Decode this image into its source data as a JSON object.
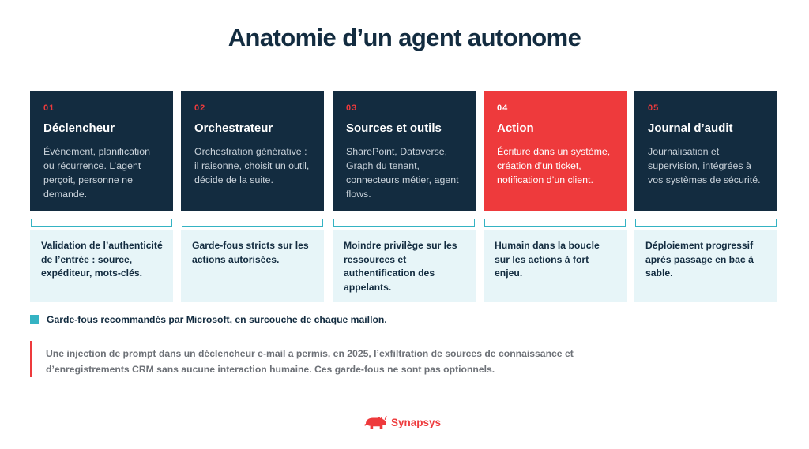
{
  "title": "Anatomie d’un agent autonome",
  "columns": [
    {
      "number": "01",
      "name": "Déclencheur",
      "description": "Événement, planification ou récurrence. L’agent perçoit, personne ne demande.",
      "guardrail": "Validation de l’authenticité de l’entrée : source, expéditeur, mots-clés.",
      "highlighted": false
    },
    {
      "number": "02",
      "name": "Orchestrateur",
      "description": "Orchestration générative : il raisonne, choisit un outil, décide de la suite.",
      "guardrail": "Garde-fous stricts sur les actions autorisées.",
      "highlighted": false
    },
    {
      "number": "03",
      "name": "Sources et outils",
      "description": "SharePoint, Dataverse, Graph du tenant, connecteurs métier, agent flows.",
      "guardrail": "Moindre privilège sur les ressources et authentification des appelants.",
      "highlighted": false
    },
    {
      "number": "04",
      "name": "Action",
      "description": "Écriture dans un système, création d’un ticket, notification d’un client.",
      "guardrail": "Humain dans la boucle sur les actions à fort enjeu.",
      "highlighted": true
    },
    {
      "number": "05",
      "name": "Journal d’audit",
      "description": "Journalisation et supervision, intégrées à vos systèmes de sécurité.",
      "guardrail": "Déploiement progressif après passage en bac à sable.",
      "highlighted": false
    }
  ],
  "legend": "Garde-fous recommandés par Microsoft, en surcouche de chaque maillon.",
  "note": "Une injection de prompt dans un déclencheur e-mail a permis, en 2025, l’exfiltration de sources de connaissance et d’enregistrements CRM sans aucune interaction humaine. Ces garde-fous ne sont pas optionnels.",
  "brand": {
    "name": "Synapsys",
    "logo_icon": "rhino-icon"
  },
  "colors": {
    "navy": "#132c40",
    "accent_red": "#ee3a3c",
    "teal": "#35b3c3",
    "guard_bg": "#e7f5f8"
  }
}
